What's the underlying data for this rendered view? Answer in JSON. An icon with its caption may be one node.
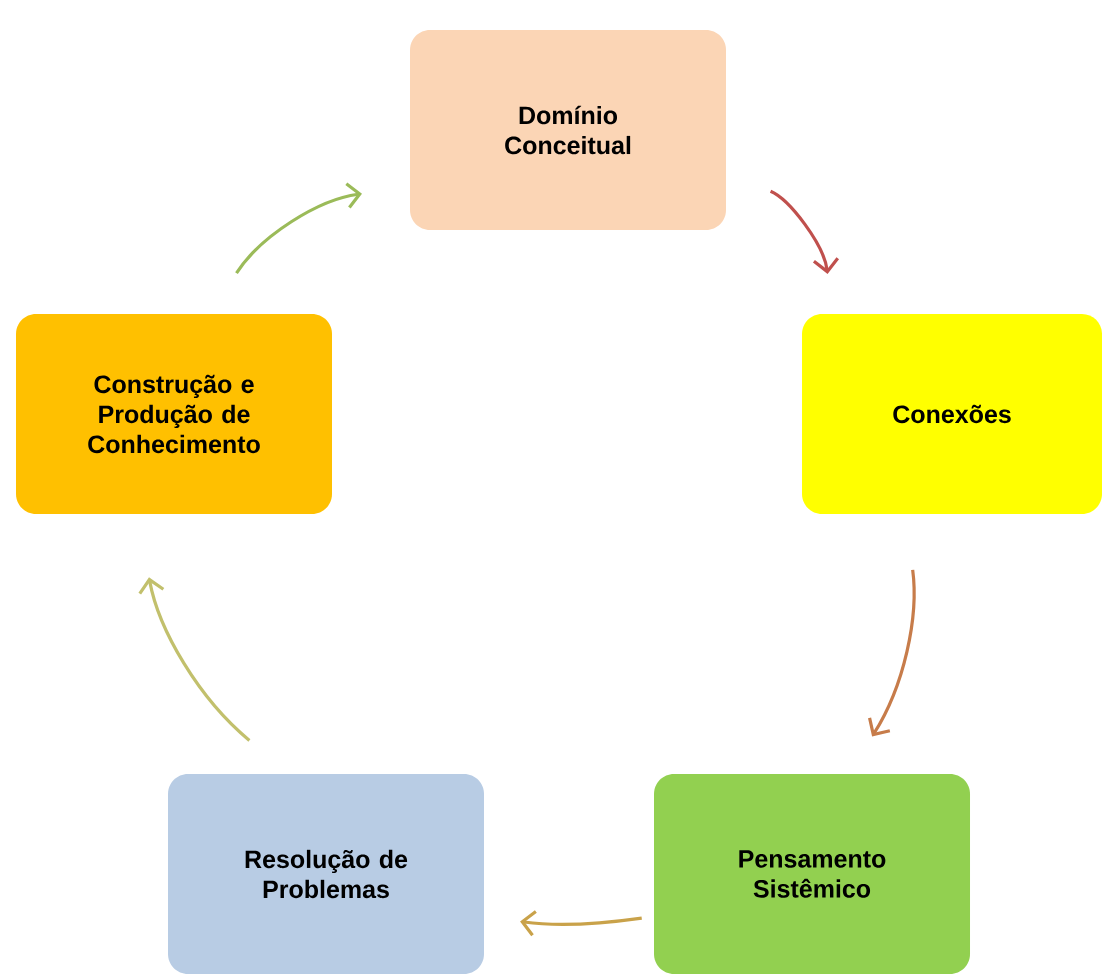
{
  "diagram": {
    "nodes": [
      {
        "text": [
          "Domínio Conceitual"
        ]
      },
      {
        "text": [
          "Conexões"
        ]
      },
      {
        "text": [
          "Pensamento Sistêmico"
        ]
      },
      {
        "text": [
          "Resolução de Problemas"
        ]
      },
      {
        "text": [
          "Construção e Produção de Conhecimento"
        ]
      }
    ],
    "edges": [
      {
        "from": 0,
        "to": 1,
        "arrow": "to",
        "color": "#c0504d"
      },
      {
        "from": 1,
        "to": 2,
        "arrow": "to",
        "color": "#c77c4a"
      },
      {
        "from": 2,
        "to": 3,
        "arrow": "to",
        "color": "#c9a24a"
      },
      {
        "from": 3,
        "to": 4,
        "arrow": "to",
        "color": "#c2c06c"
      },
      {
        "from": 4,
        "to": 0,
        "arrow": "to",
        "color": "#9bbb59"
      }
    ]
  }
}
